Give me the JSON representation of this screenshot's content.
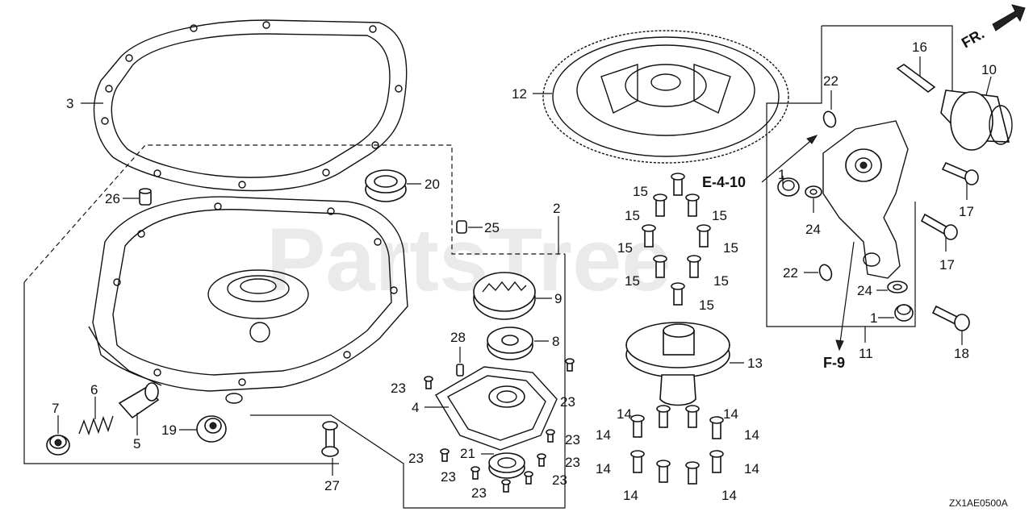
{
  "watermark": "PartsTree",
  "direction_marker": "FR.",
  "ref_codes": {
    "e": "E-4-10",
    "f": "F-9"
  },
  "diagram_code": "ZX1AE0500A",
  "labels": {
    "l1a": "1",
    "l1b": "1",
    "l2": "2",
    "l3": "3",
    "l4": "4",
    "l5": "5",
    "l6": "6",
    "l7": "7",
    "l8": "8",
    "l9": "9",
    "l10": "10",
    "l11": "11",
    "l12": "12",
    "l13": "13",
    "l14a": "14",
    "l14b": "14",
    "l14c": "14",
    "l14d": "14",
    "l14e": "14",
    "l14f": "14",
    "l14g": "14",
    "l14h": "14",
    "l15a": "15",
    "l15b": "15",
    "l15c": "15",
    "l15d": "15",
    "l15e": "15",
    "l15f": "15",
    "l15g": "15",
    "l15h": "15",
    "l16": "16",
    "l17a": "17",
    "l17b": "17",
    "l18": "18",
    "l19": "19",
    "l20": "20",
    "l21": "21",
    "l22a": "22",
    "l22b": "22",
    "l23a": "23",
    "l23b": "23",
    "l23c": "23",
    "l23d": "23",
    "l23e": "23",
    "l23f": "23",
    "l23g": "23",
    "l23h": "23",
    "l24a": "24",
    "l24b": "24",
    "l25": "25",
    "l26": "26",
    "l27": "27",
    "l28": "28"
  }
}
